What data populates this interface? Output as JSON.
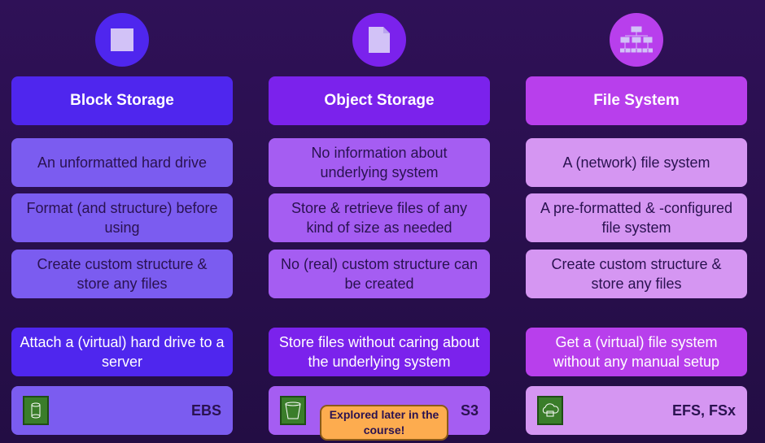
{
  "columns": [
    {
      "title": "Block Storage",
      "icon": "square-icon",
      "colors": {
        "circle": "#4f26ee",
        "header": "#4f26ee",
        "light": "#7b5cf0",
        "action": "#4f26ee"
      },
      "points": [
        "An unformatted hard drive",
        "Format (and structure) before using",
        "Create custom structure & store any files"
      ],
      "action": "Attach a (virtual) hard drive to a server",
      "service": "EBS"
    },
    {
      "title": "Object Storage",
      "icon": "file-icon",
      "colors": {
        "circle": "#7b22ec",
        "header": "#7b22ec",
        "light": "#a55df2",
        "action": "#7b22ec"
      },
      "points": [
        "No information about underlying system",
        "Store & retrieve files of any kind of size as needed",
        "No (real) custom structure can be created"
      ],
      "action": "Store files without caring about the underlying system",
      "service": "S3"
    },
    {
      "title": "File System",
      "icon": "hierarchy-icon",
      "colors": {
        "circle": "#b83fec",
        "header": "#b83fec",
        "light": "#d596f2",
        "action": "#b83fec"
      },
      "points": [
        "A (network) file system",
        "A pre-formatted & -configured file system",
        "Create custom structure & store any files"
      ],
      "action": "Get a (virtual) file system without any manual setup",
      "service": "EFS, FSx"
    }
  ],
  "badge": "Explored later in the course!"
}
